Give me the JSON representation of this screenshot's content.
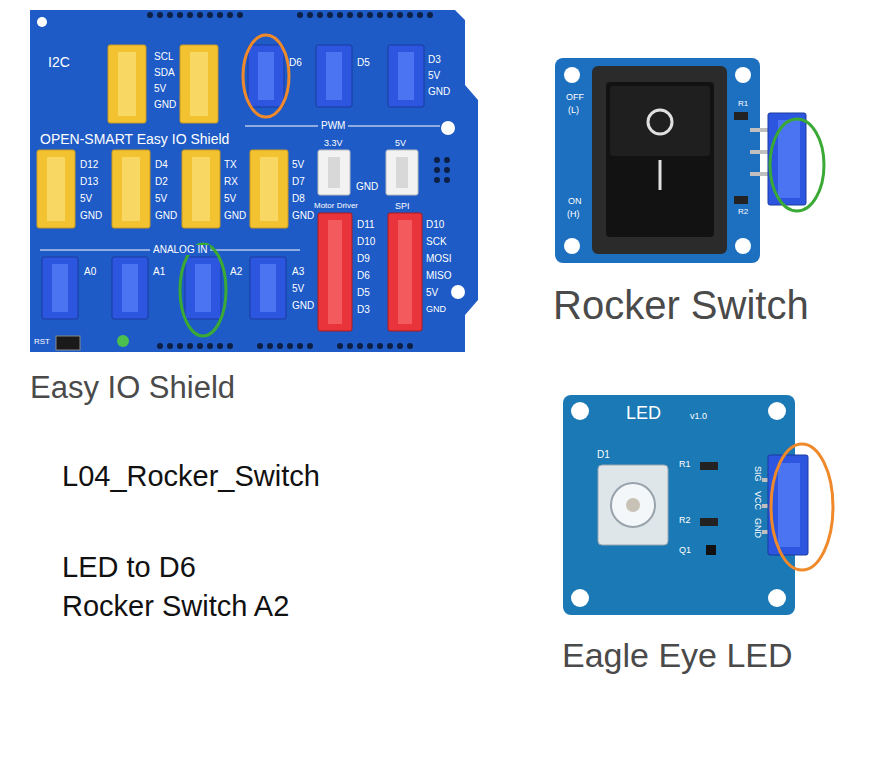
{
  "diagram": {
    "title": "L04_Rocker_Switch",
    "nodes": [
      {
        "text": [
          "Easy IO Shield"
        ]
      },
      {
        "text": [
          "Rocker Switch"
        ]
      },
      {
        "text": [
          "Eagle Eye LED"
        ]
      }
    ],
    "labels": [
      "I2C",
      "SCL",
      "SDA",
      "5V",
      "GND",
      "D6",
      "D5",
      "D3",
      "5V",
      "GND",
      "PWM",
      "OPEN-SMART Easy IO Shield",
      "D12",
      "D13",
      "5V",
      "GND",
      "D4",
      "D2",
      "5V",
      "GND",
      "TX",
      "RX",
      "5V",
      "GND",
      "5V",
      "D7",
      "D8",
      "GND",
      "3.3V",
      "GND",
      "5V",
      "Motor Driver",
      "SPI",
      "D11",
      "D10",
      "D9",
      "D6",
      "D5",
      "D3",
      "D10",
      "SCK",
      "MOSI",
      "MISO",
      "5V",
      "GND",
      "ANALOG IN",
      "A0",
      "A1",
      "A2",
      "A3",
      "5V",
      "GND",
      "RST",
      "OFF",
      "(L)",
      "ON",
      "(H)",
      "R1",
      "R2",
      "LED",
      "v1.0",
      "D1",
      "R1",
      "R2",
      "Q1",
      "SIG",
      "VCC",
      "GND",
      "LED to D6",
      "Rocker Switch A2"
    ]
  }
}
